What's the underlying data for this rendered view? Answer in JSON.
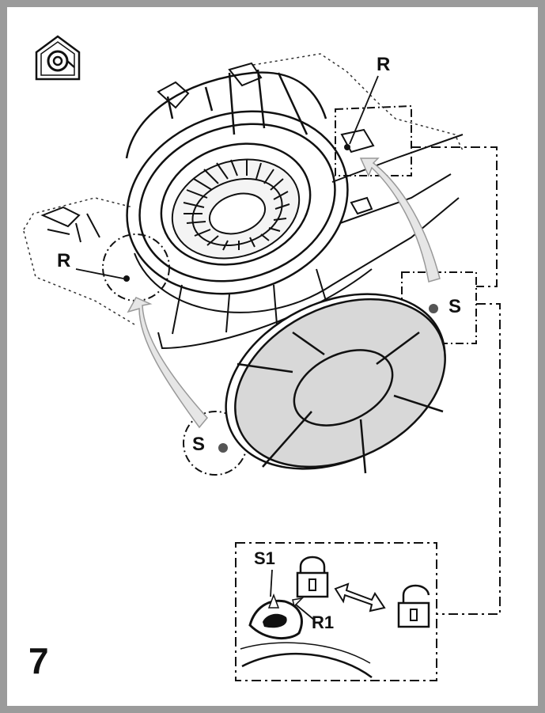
{
  "figure": {
    "step_number": "7",
    "icon": "home-recirculation-icon",
    "colors": {
      "frame": "#9b9b9b",
      "filter_fill": "#d8d8d8",
      "arrow_fill": "#e6e6e6",
      "line": "#111111"
    },
    "labels": {
      "r_right": "R",
      "r_left": "R",
      "s_left": "S",
      "s_right": "S",
      "s1": "S1",
      "r1": "R1"
    },
    "inset": {
      "lock_icon": "lock-closed-icon",
      "unlock_icon": "lock-open-icon",
      "arrow_icon": "double-arrow-icon"
    }
  }
}
